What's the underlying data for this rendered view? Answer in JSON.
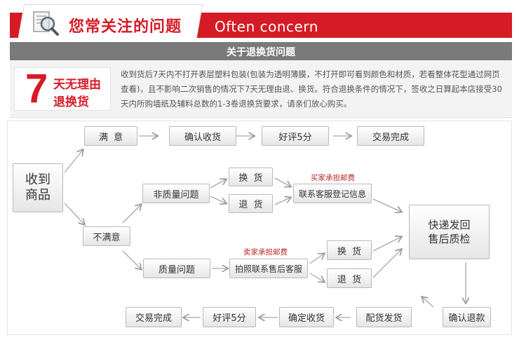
{
  "header": {
    "title_cn": "您常关注的问题",
    "title_en": "Often concern",
    "icon": "magnifier-icon"
  },
  "subheader": {
    "title": "关于退换货问题"
  },
  "policy": {
    "badge_number": "7",
    "badge_line1": "天无理由",
    "badge_line2": "退换货",
    "text": "收到货后7天内不打开表层塑料包装(包装为透明薄膜，不打开即可看到颜色和材质，若看整体花型通过网页查看)，且不影响二次销售的情况下7天无理由退、换货。符合退换条件的情况下，签收之日算起本店接受30天内所购墙纸及辅料总数的1-3卷退换货要求，请亲们放心购买。"
  },
  "flow": {
    "received": "收到\n商品",
    "satisfied": "满  意",
    "confirm_receipt": "确认收货",
    "good_review_top": "好评5分",
    "deal_done_top": "交易完成",
    "unsatisfied": "不满意",
    "non_quality": "非质量问题",
    "exchange_top": "换  货",
    "return_top": "退  货",
    "buyer_pays": "买家承担邮费",
    "contact_service": "联系客服登记信息",
    "quality": "质量问题",
    "seller_pays": "卖家承担邮费",
    "photo_contact": "拍照联系售后客服",
    "exchange_bottom": "换  货",
    "return_bottom": "退  货",
    "express_return": "快递发回\n售后质检",
    "confirm_refund": "确认退款",
    "reship": "配货发货",
    "confirm_receipt_bottom": "确定收货",
    "good_review_bottom": "好评5分",
    "deal_done_bottom": "交易完成"
  },
  "colors": {
    "brand_red": "#d51b25",
    "subbar_gray": "#7a7a7a",
    "note_red": "#b52a2a"
  }
}
